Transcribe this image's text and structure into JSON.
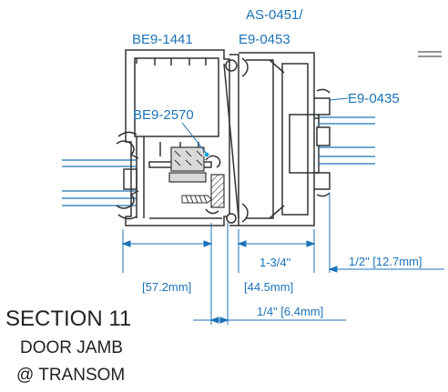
{
  "colors": {
    "outline": "#333333",
    "glass": "#1a73b8",
    "dimension": "#1a73b8",
    "label": "#1a73b8",
    "title": "#222222",
    "fill_gray": "#d9d9d9",
    "hatch": "#333333"
  },
  "labels": {
    "part_be9_1441": "BE9-1441",
    "part_as_0451": "AS-0451/",
    "part_e9_0453": "E9-0453",
    "part_e9_0435": "E9-0435",
    "part_be9_2570": "BE9-2570"
  },
  "dimensions": {
    "frame_metric": "[57.2mm]",
    "jamb_imperial": "1-3/4\"",
    "jamb_metric": "[44.5mm]",
    "stop_imperial_metric": "1/2\" [12.7mm]",
    "gap_imperial_metric": "1/4\" [6.4mm]"
  },
  "title": {
    "line1": "SECTION 11",
    "line2": "DOOR JAMB",
    "line3": "@ TRANSOM"
  }
}
